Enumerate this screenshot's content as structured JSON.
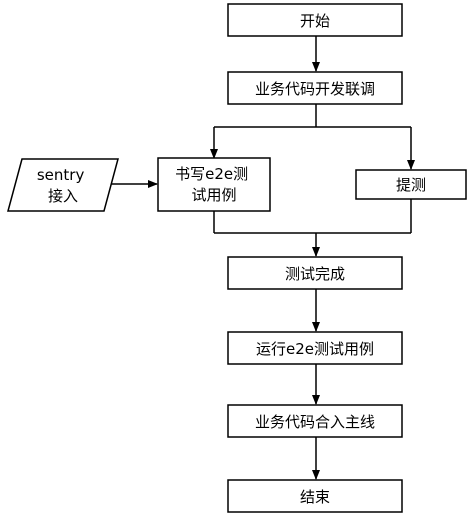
{
  "flowchart": {
    "nodes": {
      "start": "开始",
      "integration": "业务代码开发联调",
      "write_e2e": [
        "书写e2e测",
        "试用例"
      ],
      "sentry": [
        "sentry",
        "接入"
      ],
      "submit_test": "提测",
      "test_done": "测试完成",
      "run_e2e": "运行e2e测试用例",
      "merge": "业务代码合入主线",
      "end": "结束"
    }
  }
}
